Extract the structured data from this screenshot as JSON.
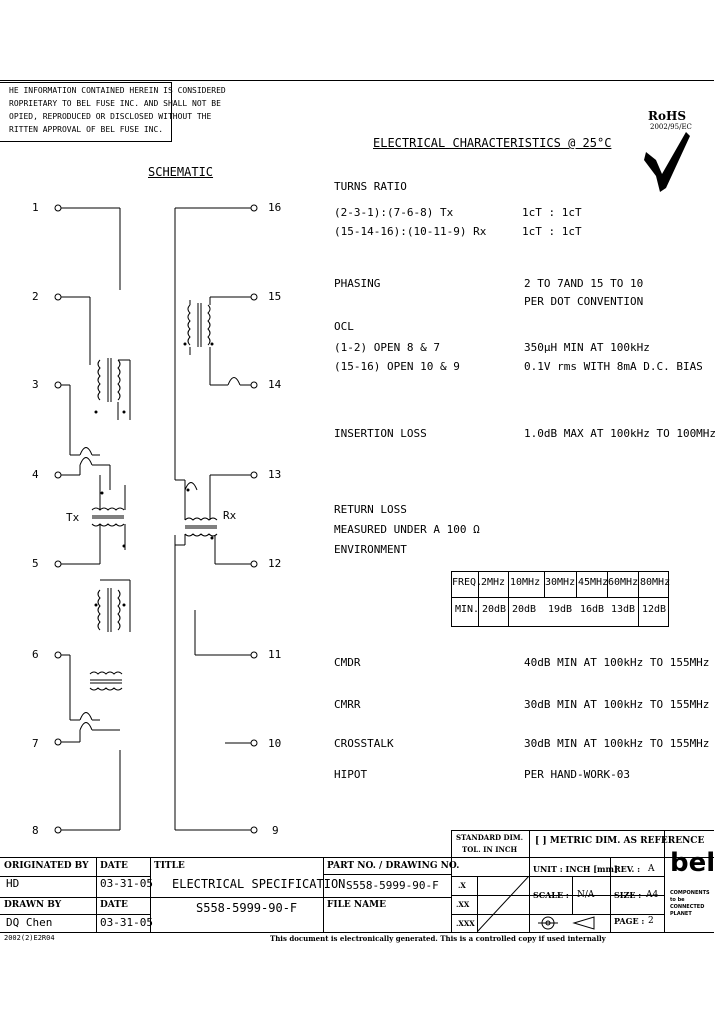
{
  "notice": [
    "HE INFORMATION CONTAINED HEREIN IS CONSIDERED",
    "ROPRIETARY TO BEL FUSE INC. AND SHALL NOT BE",
    "OPIED, REPRODUCED OR DISCLOSED WITHOUT THE",
    "RITTEN APPROVAL OF BEL FUSE INC."
  ],
  "rohs": {
    "label": "RoHS",
    "sub": "2002/95/EC"
  },
  "heading": "ELECTRICAL CHARACTERISTICS @ 25°C",
  "schematic": {
    "title": "SCHEMATIC",
    "tx_label": "Tx",
    "rx_label": "Rx",
    "pins": [
      "1",
      "2",
      "3",
      "4",
      "5",
      "6",
      "7",
      "8",
      "16",
      "15",
      "14",
      "13",
      "12",
      "11",
      "10",
      "9"
    ]
  },
  "specs": {
    "turns_ratio": "TURNS RATIO",
    "tr_row1_label": "(2-3-1):(7-6-8) Tx",
    "tr_row1_value": "1cT : 1cT",
    "tr_row2_label": "(15-14-16):(10-11-9) Rx",
    "tr_row2_value": "1cT : 1cT",
    "phasing": "PHASING",
    "phasing_v1": "2 TO 7AND 15 TO 10",
    "phasing_v2": "PER DOT CONVENTION",
    "ocl": "OCL",
    "ocl_r1_label": "(1-2) OPEN 8 & 7",
    "ocl_r1_value": "350μH MIN AT 100kHz",
    "ocl_r2_label": "(15-16) OPEN 10 & 9",
    "ocl_r2_value": "0.1V rms WITH 8mA D.C. BIAS",
    "insertion_loss": "INSERTION LOSS",
    "insertion_loss_value": "1.0dB MAX AT 100kHz TO 100MHz",
    "return_loss_1": "RETURN LOSS",
    "return_loss_2": "MEASURED UNDER A 100 Ω",
    "return_loss_3": "ENVIRONMENT",
    "cmdr": "CMDR",
    "cmdr_value": "40dB MIN AT 100kHz TO 155MHz",
    "cmrr": "CMRR",
    "cmrr_value": "30dB MIN AT 100kHz TO 155MHz",
    "crosstalk": "CROSSTALK",
    "crosstalk_value": "30dB MIN AT 100kHz TO 155MHz",
    "hipot": "HIPOT",
    "hipot_value": "PER HAND-WORK-03"
  },
  "rl_table": {
    "row1": [
      "FREQ.",
      "2MHz",
      "10MHz",
      "30MHz",
      "45MHz",
      "60MHz",
      "80MHz"
    ],
    "row2": [
      "MIN.",
      "20dB",
      "20dB",
      "19dB",
      "16dB",
      "13dB",
      "12dB"
    ]
  },
  "title_block": {
    "originated_by_label": "ORIGINATED BY",
    "originated_by": "HD",
    "date_label": "DATE",
    "date1": "03-31-05",
    "drawn_by_label": "DRAWN BY",
    "drawn_by": "DQ Chen",
    "date2_label": "DATE",
    "date2": "03-31-05",
    "title_label": "TITLE",
    "title_value": "ELECTRICAL SPECIFICATION",
    "title_part": "S558-5999-90-F",
    "part_no_label": "PART NO. / DRAWING NO.",
    "part_no": "S558-5999-90-F",
    "file_name_label": "FILE NAME",
    "std_dim_label": "STANDARD DIM.",
    "tol_label": "TOL. IN INCH",
    "tol_x": ".X",
    "tol_xx": ".XX",
    "tol_xxx": ".XXX",
    "metric_note": "[ ] METRIC DIM. AS REFERENCE",
    "unit_label": "UNIT : INCH [mm]",
    "rev_label": "REV. :",
    "rev": "A",
    "scale_label": "SCALE :",
    "scale": "N/A",
    "size_label": "SIZE :",
    "size": "A4",
    "page_label": "PAGE :",
    "page": "2",
    "logo": "bel",
    "tagline": "COMPONENTS to be CONNECTED PLANET",
    "doc_id": "2002(2)E2R04",
    "footer_note": "This document is electronically generated. This is a controlled copy if used internally"
  }
}
